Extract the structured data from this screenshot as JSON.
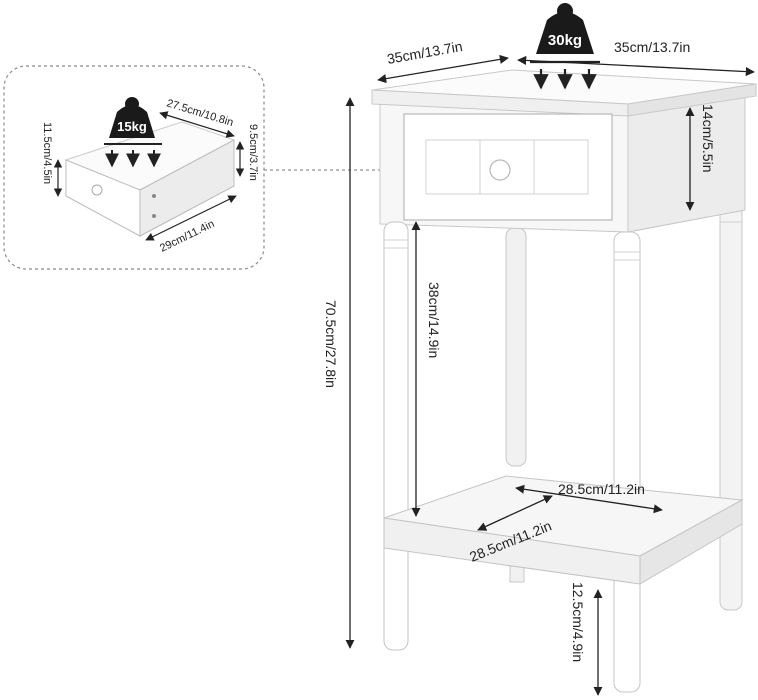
{
  "colors": {
    "accent": "#222222",
    "furniture": "#ffffff",
    "furniture_shade": "#e9e9e9",
    "outline": "#bdbdbd",
    "inset_border": "#8a8a8a"
  },
  "table": {
    "top_width": "35cm/13.7in",
    "top_depth": "35cm/13.7in",
    "total_height": "70.5cm/27.8in",
    "drawer_front_height": "14cm/5.5in",
    "leg_clearance": "38cm/14.9in",
    "shelf_width": "28.5cm/11.2in",
    "shelf_depth": "28.5cm/11.2in",
    "shelf_height": "12.5cm/4.9in",
    "load": "30kg",
    "load_icon": "weight-icon"
  },
  "drawer": {
    "depth": "27.5cm/10.8in",
    "width": "29cm/11.4in",
    "height": "11.5cm/4.5in",
    "inner_height": "9.5cm/3.7in",
    "load": "15kg",
    "load_icon": "weight-icon"
  }
}
